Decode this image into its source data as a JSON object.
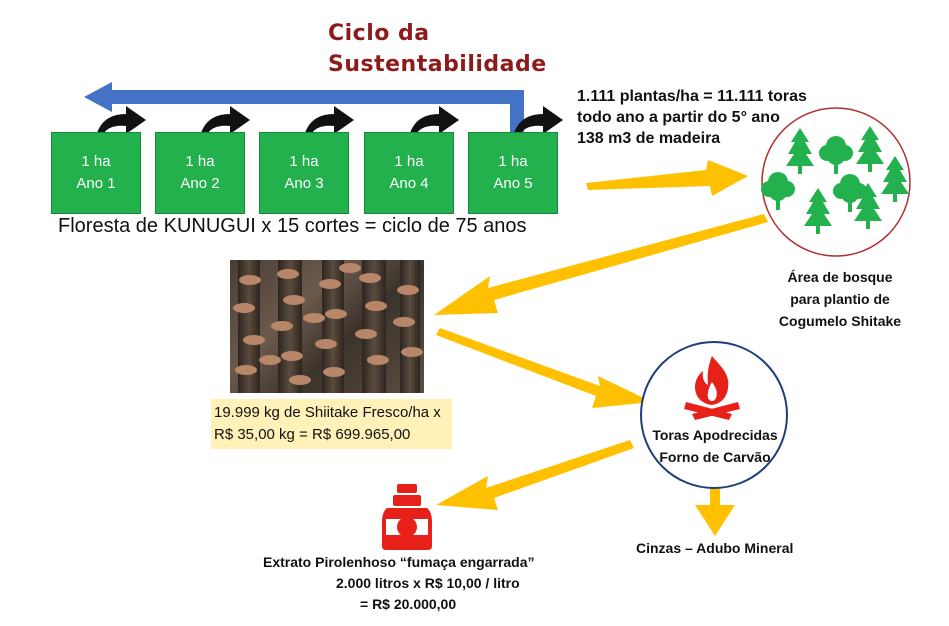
{
  "title": {
    "line1": "Ciclo da",
    "line2": "Sustentabilidade"
  },
  "hectare_boxes": [
    {
      "area": "1 ha",
      "year": "Ano 1"
    },
    {
      "area": "1 ha",
      "year": "Ano 2"
    },
    {
      "area": "1 ha",
      "year": "Ano 3"
    },
    {
      "area": "1 ha",
      "year": "Ano 4"
    },
    {
      "area": "1 ha",
      "year": "Ano 5"
    }
  ],
  "forest_caption": "Floresta de KUNUGUI x 15 cortes = ciclo de 75 anos",
  "production_info": {
    "line1": "1.111 plantas/ha = 11.111 toras",
    "line2": "todo ano a partir do 5° ano",
    "line3": "138 m3 de madeira"
  },
  "bosque": {
    "line1": "Área de bosque",
    "line2": "para plantio de",
    "line3": "Cogumelo Shitake"
  },
  "shiitake": {
    "line1": "19.999 kg de Shiitake Fresco/ha x",
    "line2": "R$ 35,00 kg = R$ 699.965,00"
  },
  "charcoal": {
    "line1": "Toras Apodrecidas",
    "line2": "Forno de Carvão"
  },
  "ashes": "Cinzas – Adubo Mineral",
  "extract": {
    "line1": "Extrato Pirolenhoso “fumaça engarrada”",
    "line2": "2.000 litros x R$ 10,00 / litro",
    "line3": "= R$  20.000,00"
  },
  "icons": {
    "trees": "tree-icon",
    "fire": "campfire-icon",
    "bottle": "bottle-icon",
    "curved_arrow": "curved-arrow-icon"
  },
  "colors": {
    "title": "#8e1b1b",
    "hectare_box": "#22b14c",
    "cycle_arrow": "#4472c4",
    "flow_arrow": "#ffc000",
    "trees": "#22b14c",
    "bosque_circle": "#b03030",
    "fire_circle": "#1f3f7a",
    "fire": "#e8201a",
    "shiitake_box": "#fff1b8"
  }
}
